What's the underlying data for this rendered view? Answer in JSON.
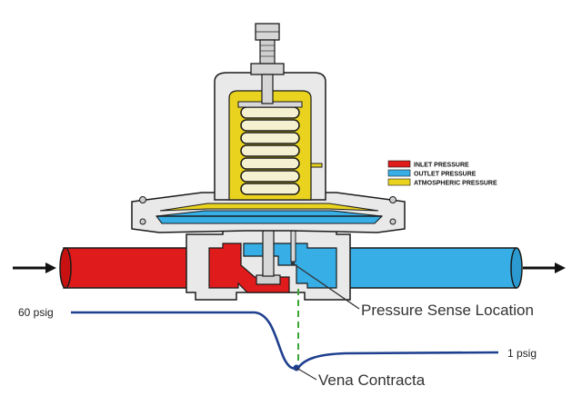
{
  "legend": {
    "items": [
      {
        "label": "INLET PRESSURE",
        "color": "#e01b1b"
      },
      {
        "label": "OUTLET PRESSURE",
        "color": "#37aee6"
      },
      {
        "label": "ATMOSPHERIC PRESSURE",
        "color": "#ead31f"
      }
    ]
  },
  "labels": {
    "pressure_sense": "Pressure Sense Location",
    "vena_contracta": "Vena Contracta",
    "inlet_psig": "60 psig",
    "outlet_psig": "1 psig"
  },
  "colors": {
    "inlet": "#e01b1b",
    "outlet": "#37aee6",
    "atmospheric": "#ead31f",
    "body": "#e9e9e9",
    "outline": "#1a1a1a",
    "profile": "#1f3f8f",
    "sense_line": "#3aa636"
  }
}
